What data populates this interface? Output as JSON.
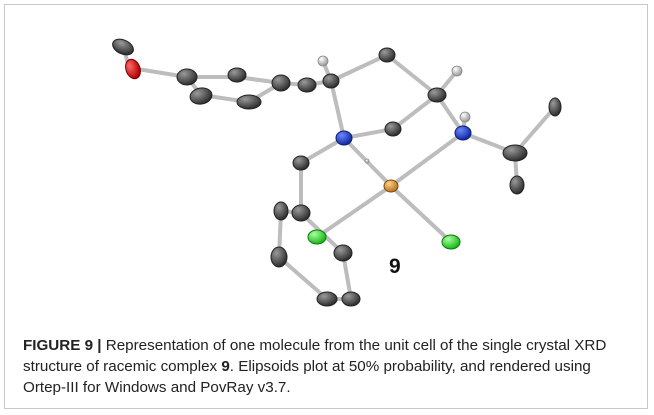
{
  "figure": {
    "compound_label": "9",
    "caption": {
      "label": "FIGURE 9 |",
      "text_before": " Representation of one molecule from the unit cell of the single crystal XRD structure of racemic complex ",
      "compound_ref": "9",
      "text_after": ". Elipsoids plot at 50% probability, and rendered using Ortep-III for Windows and PovRay v3.7."
    },
    "colors": {
      "carbon": "#4d4d4d",
      "oxygen": "#e00000",
      "nitrogen": "#1b3fcf",
      "copper": "#d9963e",
      "chlorine": "#33dd33",
      "hydrogen": "#c8c8c8",
      "bond": "#bdbdbd",
      "border": "#c9c9c9"
    }
  }
}
